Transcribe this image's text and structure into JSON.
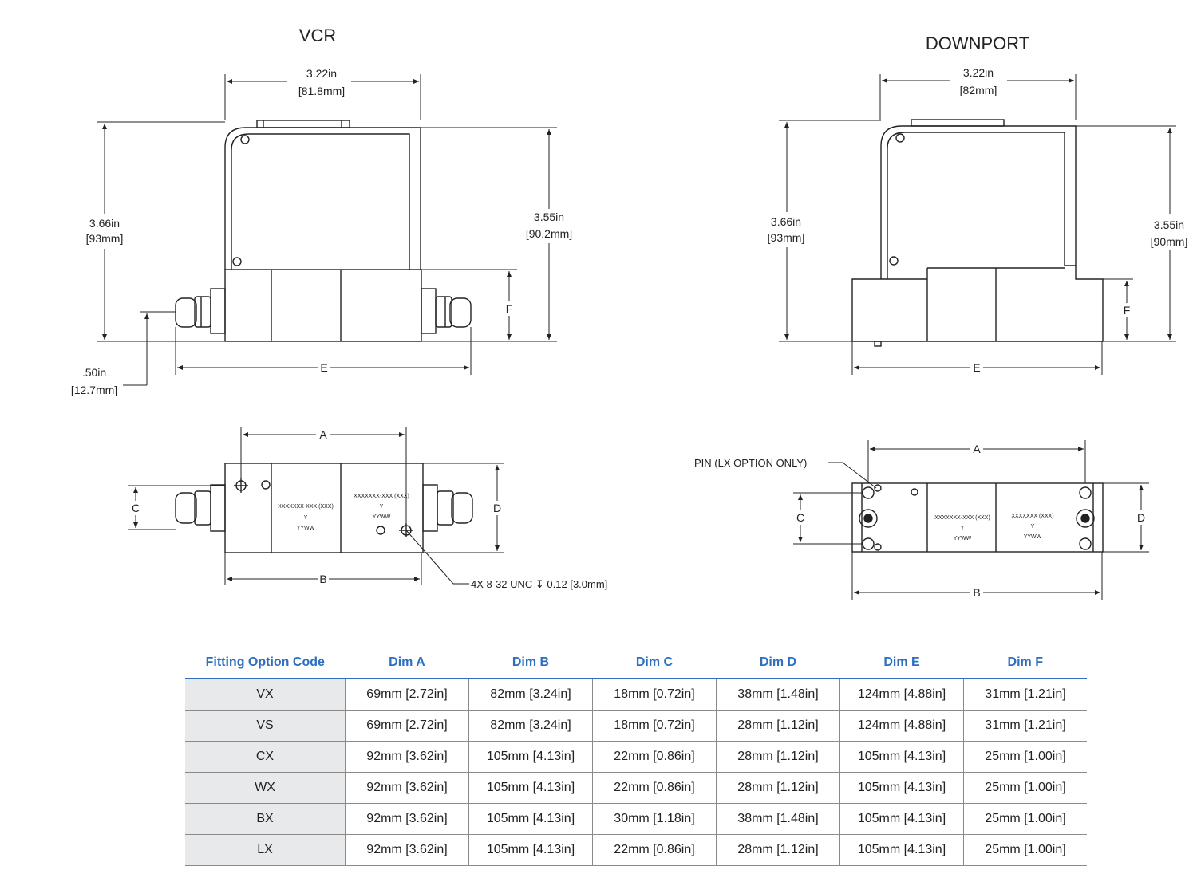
{
  "views": {
    "vcr_title": "VCR",
    "downport_title": "DOWNPORT"
  },
  "vcr_dims": {
    "width_in": "3.22in",
    "width_mm": "[81.8mm]",
    "height_in": "3.66in",
    "height_mm": "[93mm]",
    "body_in": "3.55in",
    "body_mm": "[90.2mm]",
    "offset_in": ".50in",
    "offset_mm": "[12.7mm]",
    "f": "F",
    "e": "E",
    "a": "A",
    "b": "B",
    "c": "C",
    "d": "D",
    "screw_note": "4X 8-32 UNC ↧ 0.12 [3.0mm]",
    "label_left": "XXXXXXX-XXX (XXX)",
    "label_right": "XXXXXXX-XXX (XXX)",
    "label_y": "Y",
    "label_date": "YYWW"
  },
  "downport_dims": {
    "width_in": "3.22in",
    "width_mm": "[82mm]",
    "height_in": "3.66in",
    "height_mm": "[93mm]",
    "body_in": "3.55in",
    "body_mm": "[90mm]",
    "f": "F",
    "e": "E",
    "a": "A",
    "b": "B",
    "c": "C",
    "d": "D",
    "pin_note": "PIN (LX OPTION ONLY)",
    "label_left": "XXXXXXX-XXX (XXX)",
    "label_right": "XXXXXXX (XXX)",
    "label_y": "Y",
    "label_date": "YYWW"
  },
  "table": {
    "headers": [
      "Fitting Option Code",
      "Dim A",
      "Dim B",
      "Dim C",
      "Dim D",
      "Dim E",
      "Dim F"
    ],
    "rows": [
      [
        "VX",
        "69mm [2.72in]",
        "82mm [3.24in]",
        "18mm [0.72in]",
        "38mm [1.48in]",
        "124mm [4.88in]",
        "31mm [1.21in]"
      ],
      [
        "VS",
        "69mm [2.72in]",
        "82mm [3.24in]",
        "18mm [0.72in]",
        "28mm [1.12in]",
        "124mm [4.88in]",
        "31mm [1.21in]"
      ],
      [
        "CX",
        "92mm [3.62in]",
        "105mm [4.13in]",
        "22mm [0.86in]",
        "28mm [1.12in]",
        "105mm [4.13in]",
        "25mm [1.00in]"
      ],
      [
        "WX",
        "92mm [3.62in]",
        "105mm [4.13in]",
        "22mm [0.86in]",
        "28mm [1.12in]",
        "105mm [4.13in]",
        "25mm [1.00in]"
      ],
      [
        "BX",
        "92mm [3.62in]",
        "105mm [4.13in]",
        "30mm [1.18in]",
        "38mm [1.48in]",
        "105mm [4.13in]",
        "25mm [1.00in]"
      ],
      [
        "LX",
        "92mm [3.62in]",
        "105mm [4.13in]",
        "22mm [0.86in]",
        "28mm [1.12in]",
        "105mm [4.13in]",
        "25mm [1.00in]"
      ]
    ]
  }
}
